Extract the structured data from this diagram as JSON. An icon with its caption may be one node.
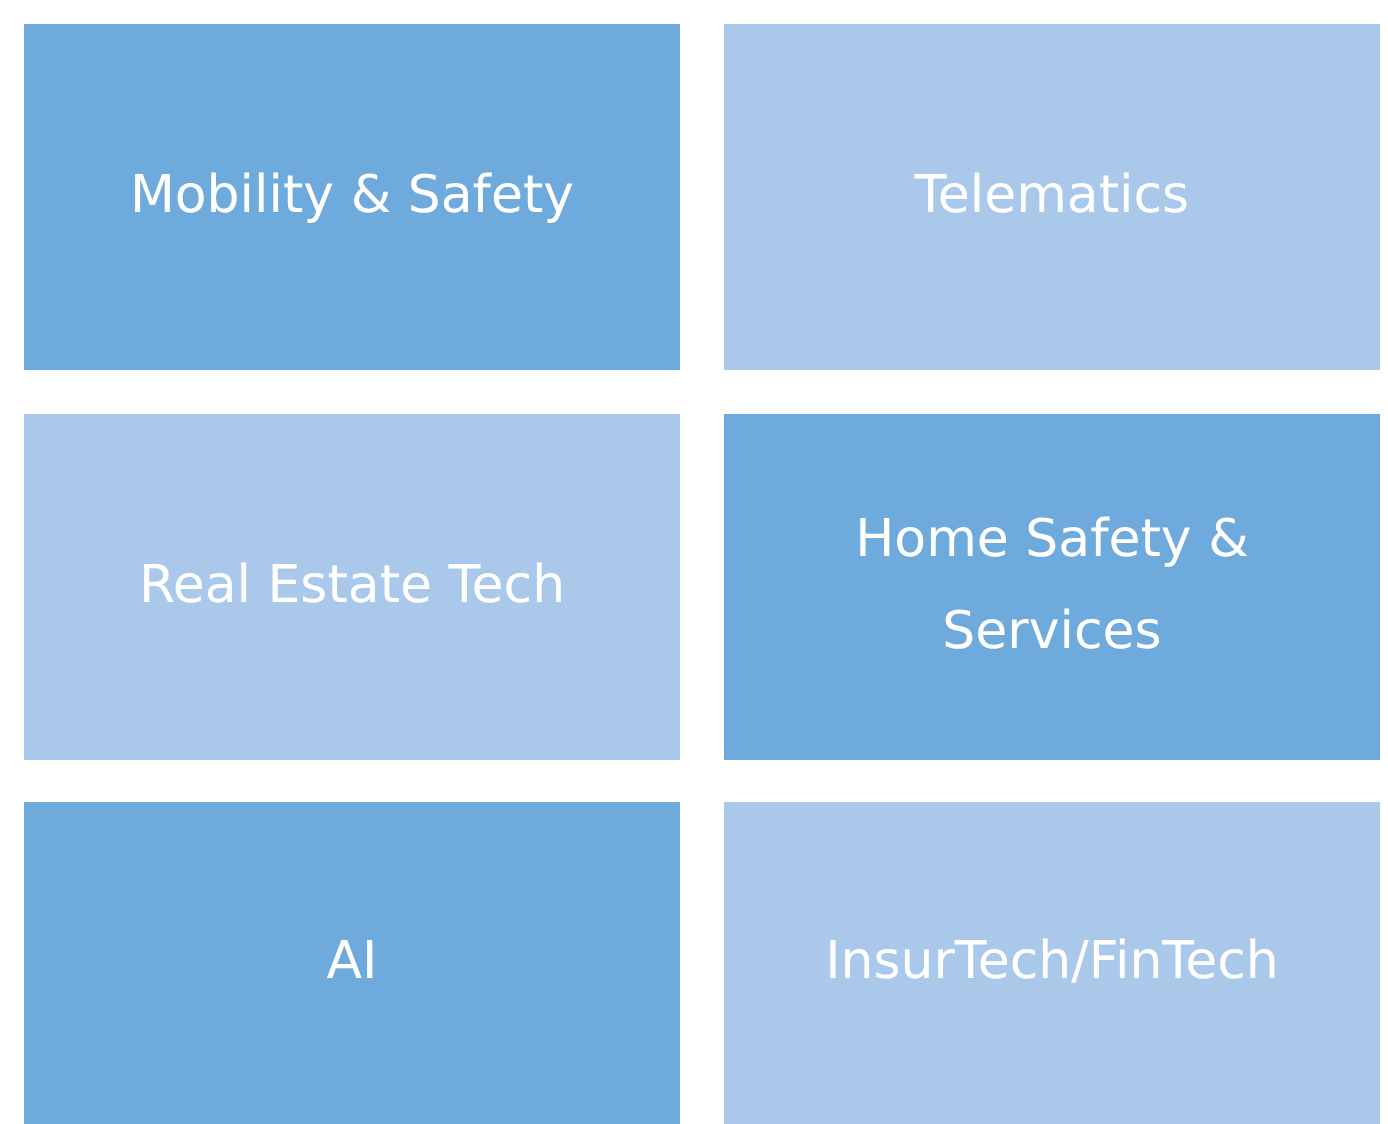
{
  "diagram": {
    "nodes": [
      {
        "text": [
          "Mobility & Safety"
        ]
      },
      {
        "text": [
          "Telematics"
        ]
      },
      {
        "text": [
          "Real Estate Tech"
        ]
      },
      {
        "text": [
          "Home Safety & Services"
        ]
      },
      {
        "text": [
          "AI"
        ]
      },
      {
        "text": [
          "InsurTech/FinTech"
        ]
      }
    ]
  }
}
